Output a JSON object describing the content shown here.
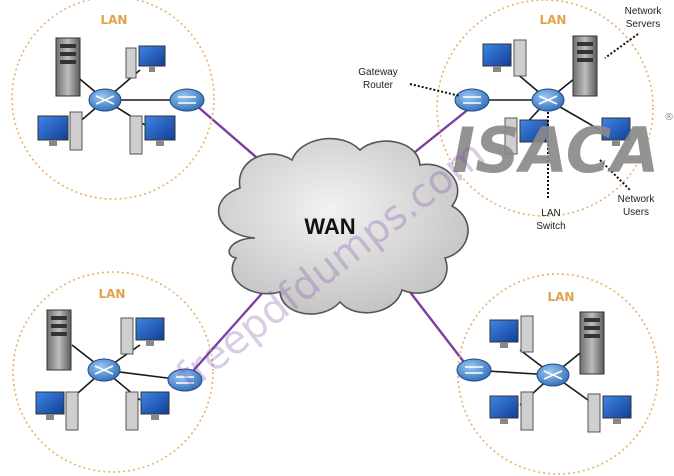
{
  "lan_label": "LAN",
  "wan_label": "WAN",
  "callouts": {
    "network_servers": [
      "Network",
      "Servers"
    ],
    "gateway_router": [
      "Gateway",
      "Router"
    ],
    "lan_switch": [
      "LAN",
      "Switch"
    ],
    "network_users": [
      "Network",
      "Users"
    ]
  },
  "brand": {
    "name": "ISACA",
    "mark": "®"
  },
  "watermark": "freepdfdumps.com",
  "colors": {
    "lan_border": "#e6b26a",
    "wan_link": "#7b3fa0",
    "device_link": "#1a1a1a",
    "router": "#3a78c8",
    "cloud": "#d9d9d9",
    "monitor_screen": "#1f5fc4"
  }
}
